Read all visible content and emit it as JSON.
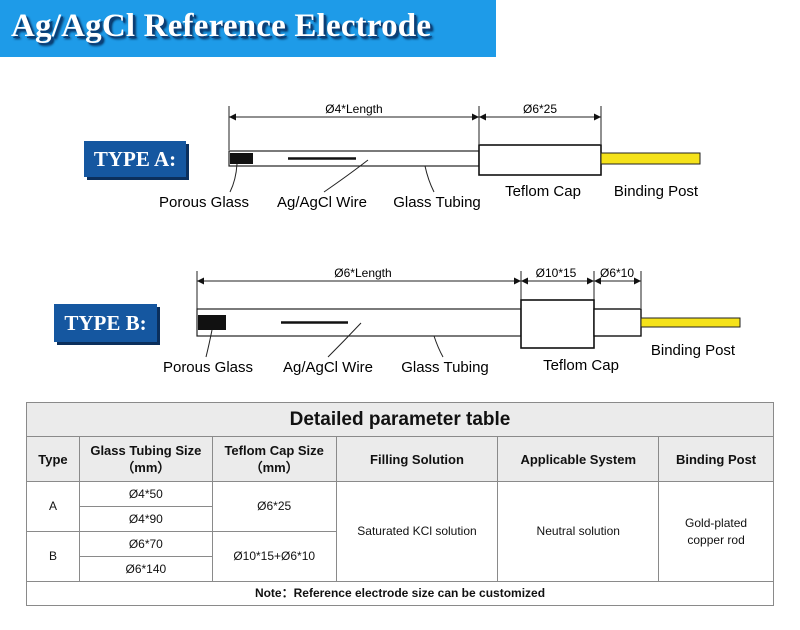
{
  "title": "Ag/AgCl Reference Electrode",
  "type_a": {
    "badge": "TYPE A:",
    "dim_body": "Ø4*Length",
    "dim_cap": "Ø6*25",
    "labels": {
      "porous_glass": "Porous Glass",
      "wire": "Ag/AgCl Wire",
      "glass_tubing": "Glass Tubing",
      "teflom_cap": "Teflom Cap",
      "binding_post": "Binding Post"
    }
  },
  "type_b": {
    "badge": "TYPE B:",
    "dim_body": "Ø6*Length",
    "dim_cap_large": "Ø10*15",
    "dim_cap_small": "Ø6*10",
    "labels": {
      "porous_glass": "Porous Glass",
      "wire": "Ag/AgCl Wire",
      "glass_tubing": "Glass Tubing",
      "teflom_cap": "Teflom Cap",
      "binding_post": "Binding Post"
    }
  },
  "colors": {
    "banner": "#1e9be8",
    "badge": "#1557a0",
    "binding_post": "#f5e21a"
  },
  "table": {
    "title": "Detailed parameter table",
    "headers": {
      "type": "Type",
      "glass_size_1": "Glass Tubing Size",
      "glass_size_2": "（mm）",
      "cap_size_1": "Teflom Cap Size",
      "cap_size_2": "（mm）",
      "filling": "Filling Solution",
      "system": "Applicable System",
      "post": "Binding Post"
    },
    "type_a": "A",
    "type_b": "B",
    "a_sizes": [
      "Ø4*50",
      "Ø4*90"
    ],
    "b_sizes": [
      "Ø6*70",
      "Ø6*140"
    ],
    "a_cap": "Ø6*25",
    "b_cap": "Ø10*15+Ø6*10",
    "filling": "Saturated KCl solution",
    "system": "Neutral solution",
    "post_1": "Gold-plated",
    "post_2": "copper rod",
    "note": "Note：Reference electrode size can be customized"
  }
}
